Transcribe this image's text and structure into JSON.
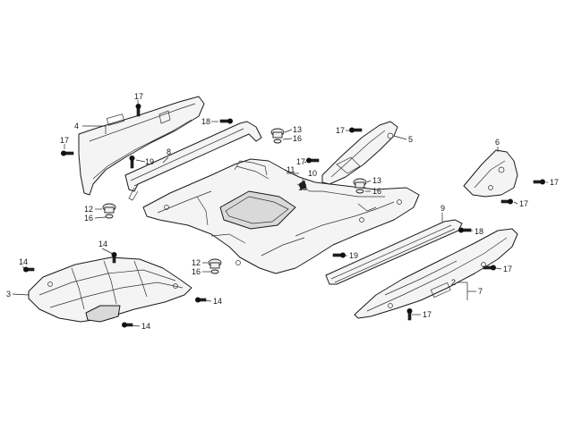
{
  "callouts": [
    {
      "id": "c-17-a",
      "text": "17"
    },
    {
      "id": "c-4",
      "text": "4"
    },
    {
      "id": "c-17-b",
      "text": "17"
    },
    {
      "id": "c-18-a",
      "text": "18"
    },
    {
      "id": "c-8",
      "text": "8"
    },
    {
      "id": "c-19-a",
      "text": "19"
    },
    {
      "id": "c-13-a",
      "text": "13"
    },
    {
      "id": "c-16-a",
      "text": "16"
    },
    {
      "id": "c-17-c",
      "text": "17"
    },
    {
      "id": "c-5",
      "text": "5"
    },
    {
      "id": "c-11",
      "text": "11"
    },
    {
      "id": "c-10",
      "text": "10"
    },
    {
      "id": "c-17-d",
      "text": "17"
    },
    {
      "id": "c-15",
      "text": "15"
    },
    {
      "id": "c-13-b",
      "text": "13"
    },
    {
      "id": "c-16-b",
      "text": "16"
    },
    {
      "id": "c-6",
      "text": "6"
    },
    {
      "id": "c-17-e",
      "text": "17"
    },
    {
      "id": "c-17-f",
      "text": "17"
    },
    {
      "id": "c-12-a",
      "text": "12"
    },
    {
      "id": "c-16-c",
      "text": "16"
    },
    {
      "id": "c-9",
      "text": "9"
    },
    {
      "id": "c-18-b",
      "text": "18"
    },
    {
      "id": "c-14-a",
      "text": "14"
    },
    {
      "id": "c-14-b",
      "text": "14"
    },
    {
      "id": "c-3",
      "text": "3"
    },
    {
      "id": "c-12-b",
      "text": "12"
    },
    {
      "id": "c-16-d",
      "text": "16"
    },
    {
      "id": "c-14-c",
      "text": "14"
    },
    {
      "id": "c-14-d",
      "text": "14"
    },
    {
      "id": "c-19-b",
      "text": "19"
    },
    {
      "id": "c-17-g",
      "text": "17"
    },
    {
      "id": "c-2",
      "text": "2"
    },
    {
      "id": "c-7",
      "text": "7"
    },
    {
      "id": "c-17-h",
      "text": "17"
    }
  ]
}
